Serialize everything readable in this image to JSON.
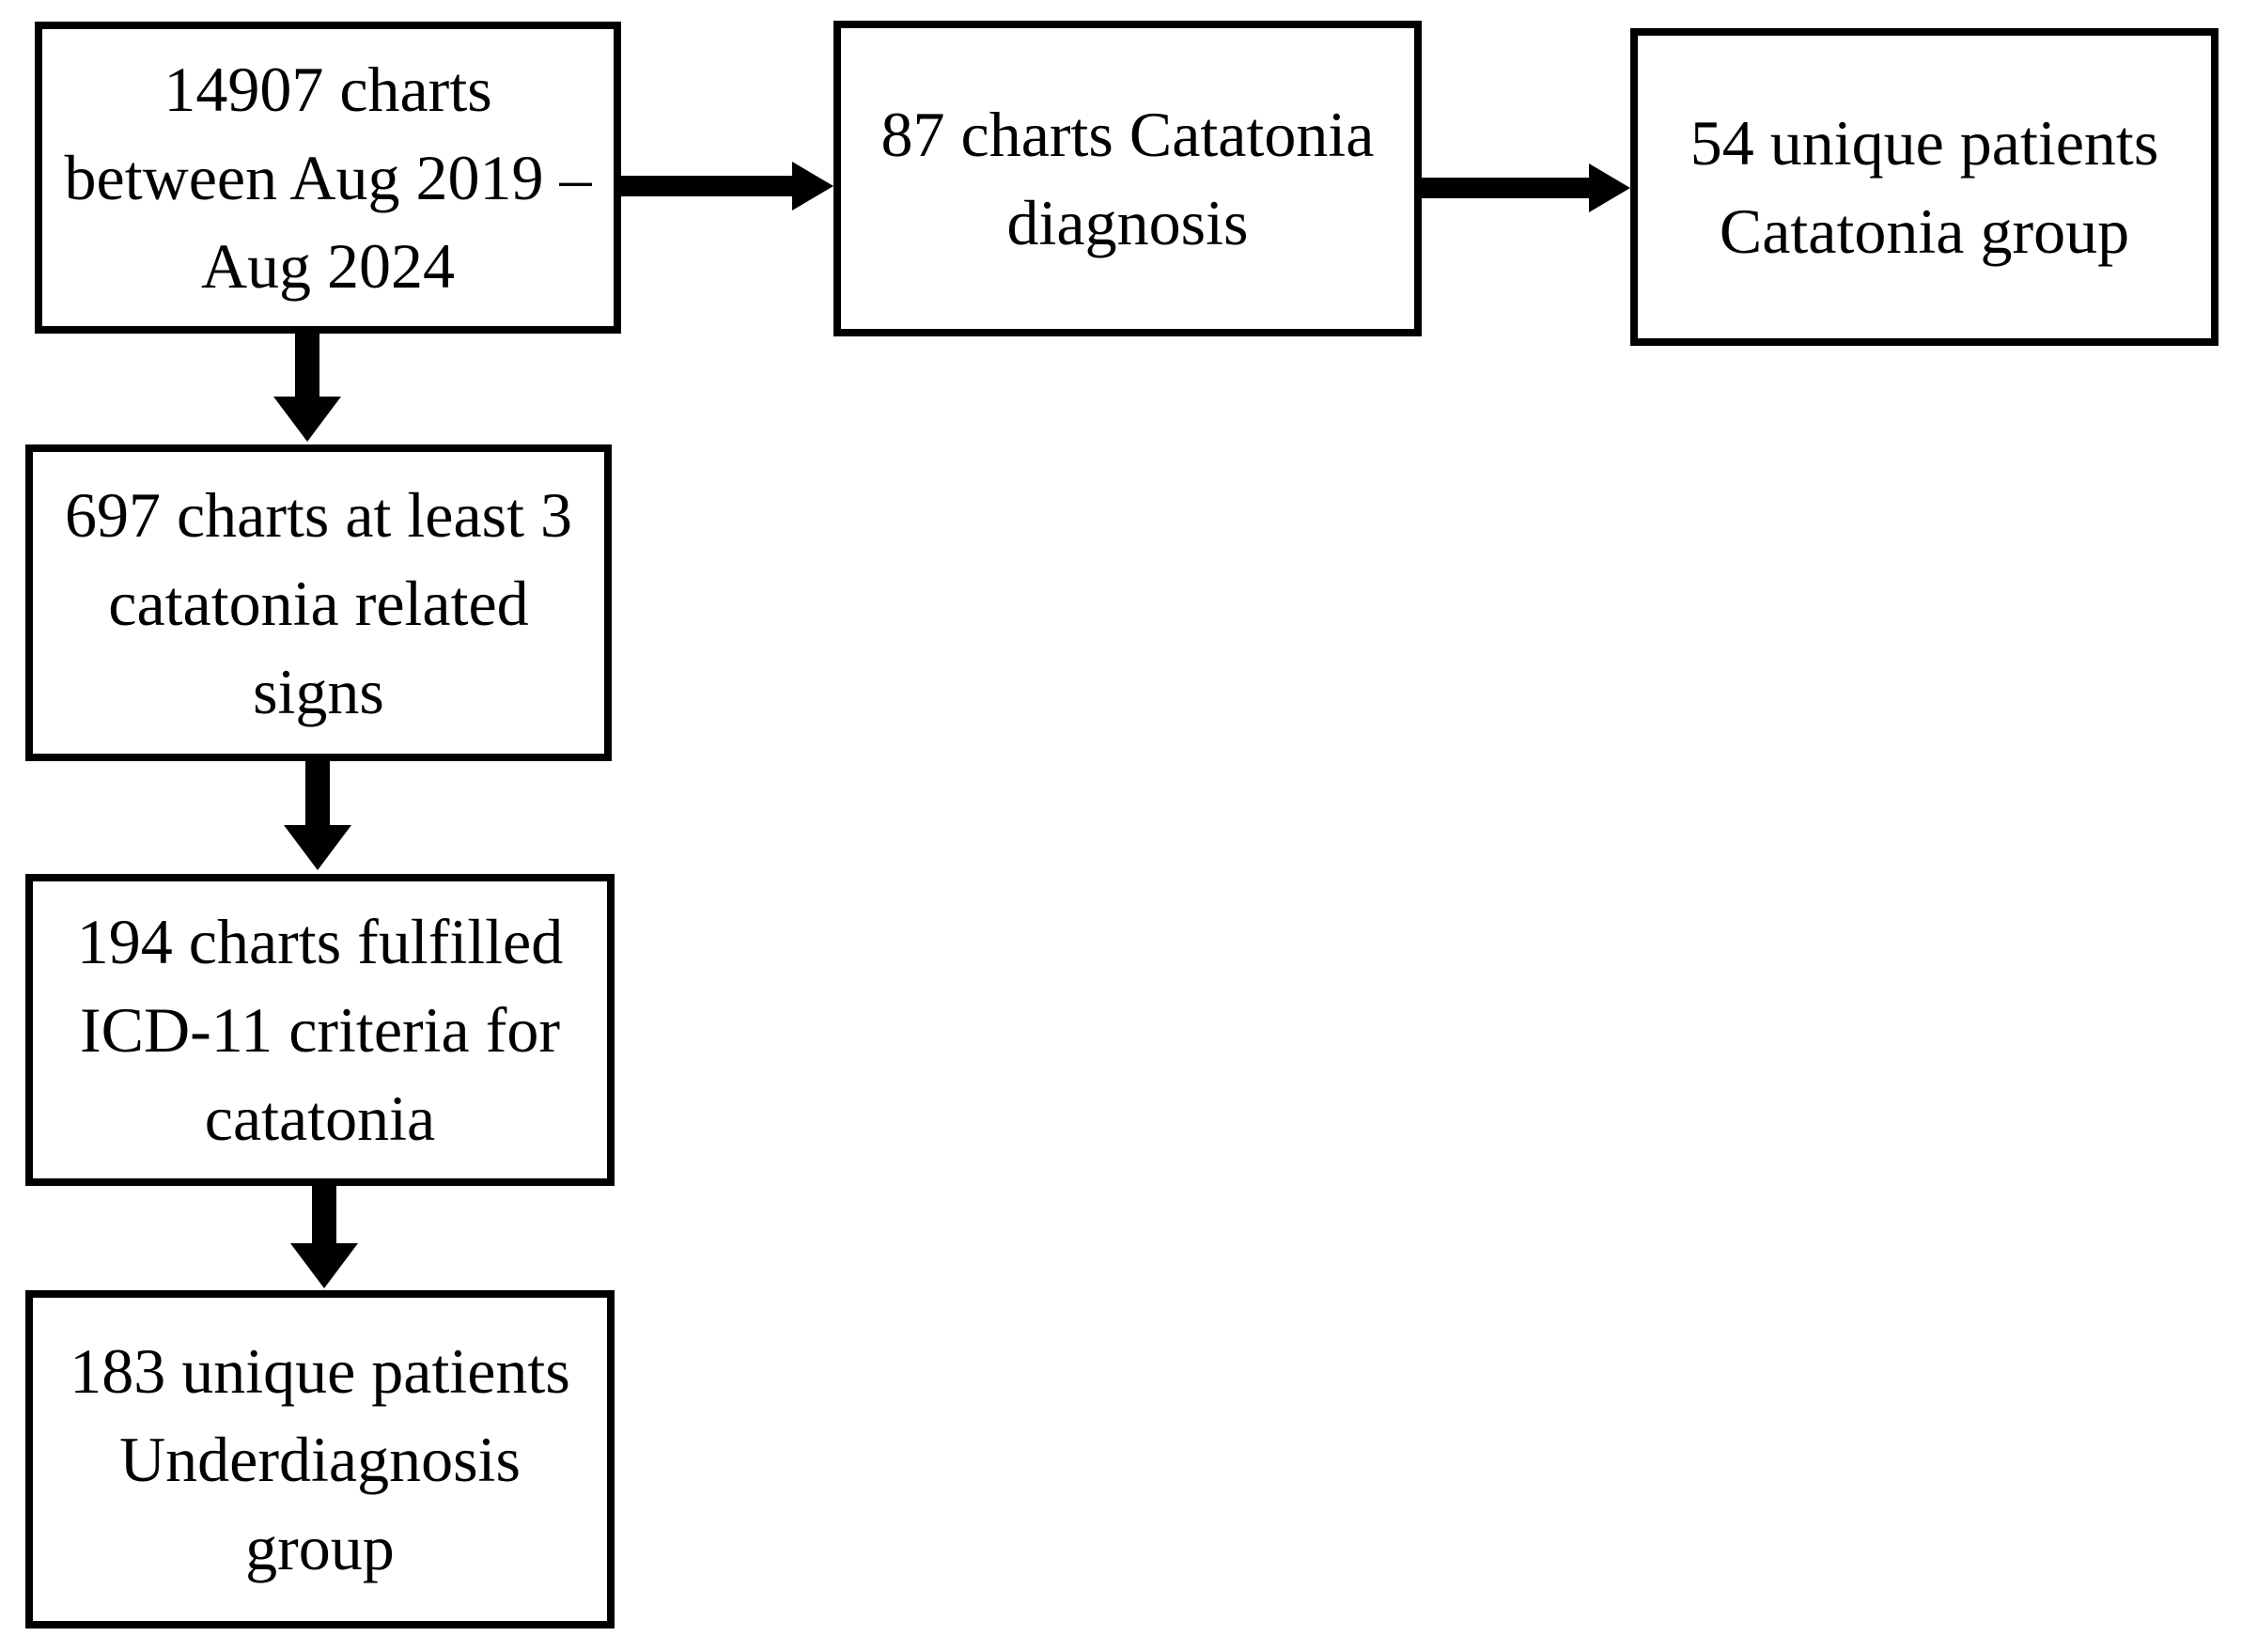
{
  "diagram": {
    "type": "flowchart",
    "boxes": {
      "total": {
        "text": "14907 charts\nbetween Aug 2019 –\nAug 2024"
      },
      "diagnosed": {
        "text": "87 charts Catatonia\ndiagnosis"
      },
      "catatonia_group": {
        "text": "54 unique patients\nCatatonia group"
      },
      "signs": {
        "text": "697 charts at least 3\ncatatonia related\nsigns"
      },
      "icd11": {
        "text": "194 charts fulfilled\nICD-11 criteria for\ncatatonia"
      },
      "underdiagnosis_group": {
        "text": "183 unique patients\nUnderdiagnosis\ngroup"
      }
    },
    "flows": [
      {
        "from": "total",
        "to": "diagnosed",
        "direction": "right"
      },
      {
        "from": "diagnosed",
        "to": "catatonia_group",
        "direction": "right"
      },
      {
        "from": "total",
        "to": "signs",
        "direction": "down"
      },
      {
        "from": "signs",
        "to": "icd11",
        "direction": "down"
      },
      {
        "from": "icd11",
        "to": "underdiagnosis_group",
        "direction": "down"
      }
    ],
    "colors": {
      "box_border": "#000000",
      "box_fill": "#ffffff",
      "arrow": "#000000",
      "page_background": "#ffffff"
    }
  }
}
